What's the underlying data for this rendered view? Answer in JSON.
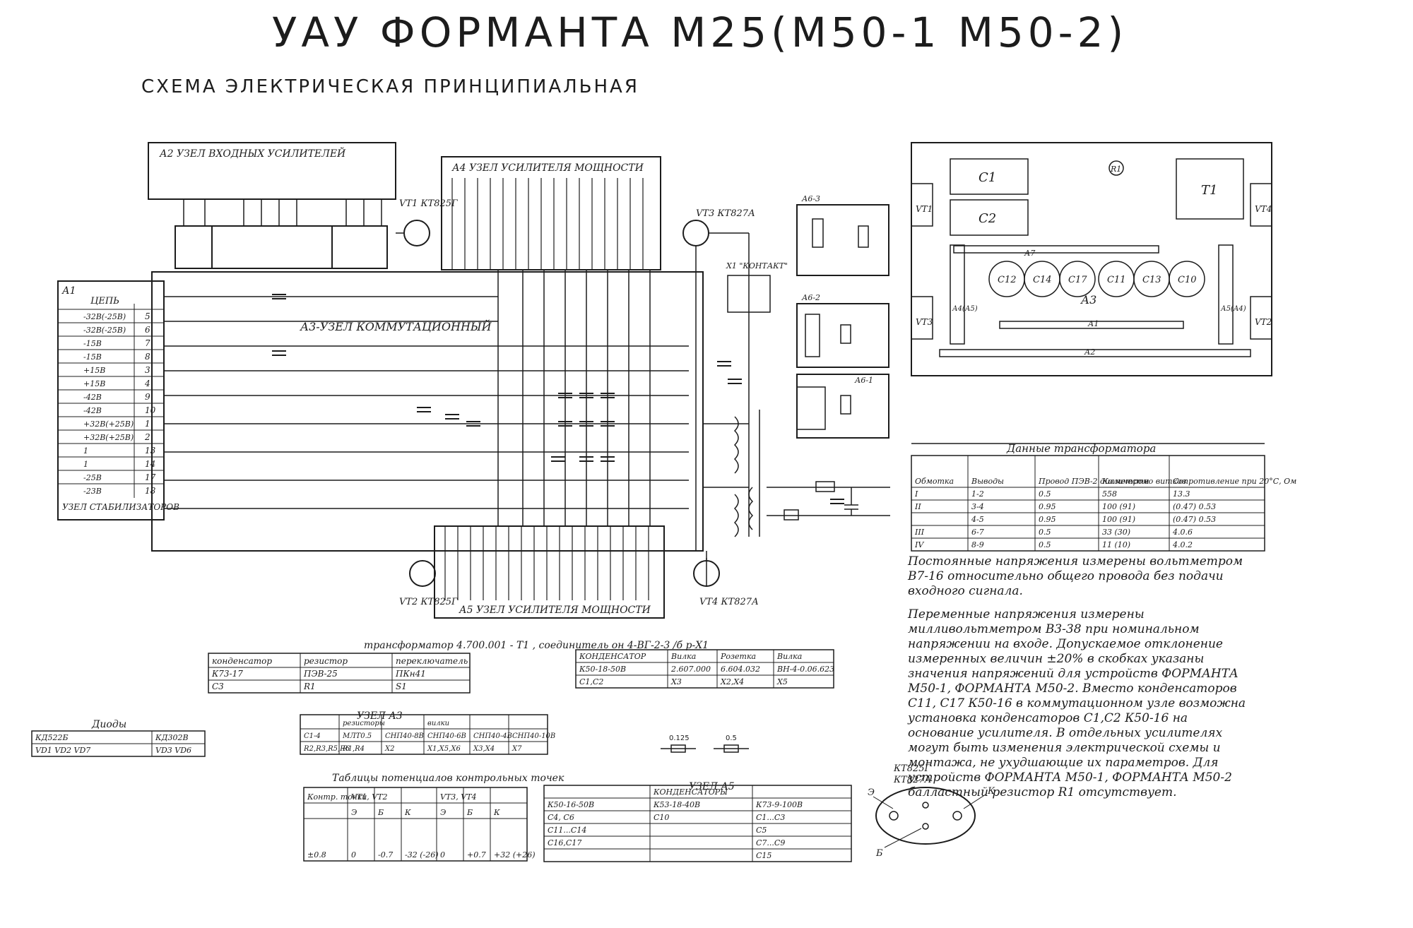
{
  "title": "УАУ  ФОРМАНТА  М25(М50-1 М50-2)",
  "subtitle": "СХЕМА   ЭЛЕКТРИЧЕСКАЯ   ПРИНЦИПИАЛЬНАЯ",
  "blocks": {
    "a1": "А1",
    "a1_circuit": "ЦЕПЬ",
    "a1_stab": "УЗЕЛ СТАБИЛИЗАТОРОВ",
    "a2": "А2 УЗЕЛ ВХОДНЫХ УСИЛИТЕЛЕЙ",
    "a3": "А3-УЗЕЛ КОММУТАЦИОННЫЙ",
    "a4": "А4 УЗЕЛ УСИЛИТЕЛЯ МОЩНОСТИ",
    "a5": "А5 УЗЕЛ УСИЛИТЕЛЯ МОЩНОСТИ",
    "a61": "А6-1",
    "a62": "А6-2",
    "a63": "А6-3",
    "x1_contact": "Х1 \"КОНТАКТ\""
  },
  "transistors": {
    "vt1": "VT1 КТ825Г",
    "vt2": "VT2 КТ825Г",
    "vt3": "VT3 КТ827А",
    "vt4": "VT4 КТ827А"
  },
  "a1_rows": [
    "-32В(-25В)",
    "-32В(-25В)",
    "-15В",
    "-15В",
    "+15В",
    "+15В",
    "-42В",
    "-42В",
    "+32В(+25В)",
    "+32В(+25В)",
    "1",
    "1",
    "-25В",
    "-23В"
  ],
  "a1_pins": [
    "5",
    "6",
    "7",
    "8",
    "3",
    "4",
    "9",
    "10",
    "1",
    "2",
    "13",
    "14",
    "17",
    "18"
  ],
  "layout_labels": [
    "С1",
    "С2",
    "R1",
    "Т1",
    "VT1",
    "VT3",
    "VT4",
    "VT2",
    "А7",
    "А3",
    "А1",
    "А2",
    "С12",
    "С14",
    "С17",
    "С11",
    "С13",
    "С10",
    "А4(А5)",
    "А5(А4)"
  ],
  "transformer_table": {
    "caption": "Данные трансформатора",
    "headers": [
      "Обмотка",
      "Выводы",
      "Провод ПЭВ-2 диаметром",
      "Количество витков",
      "Сопротивление при 20°С, Ом"
    ],
    "rows": [
      [
        "I",
        "1-2",
        "0.5",
        "558",
        "13.3"
      ],
      [
        "II",
        "3-4",
        "0.95",
        "100 (91)",
        "(0.47) 0.53"
      ],
      [
        "",
        "4-5",
        "0.95",
        "100 (91)",
        "(0.47) 0.53"
      ],
      [
        "III",
        "6-7",
        "0.5",
        "33 (30)",
        "4.0.6"
      ],
      [
        "IV",
        "8-9",
        "0.5",
        "11 (10)",
        "4.0.2"
      ]
    ]
  },
  "notes": [
    "Постоянные напряжения измерены вольтметром В7-16 относительно общего провода без подачи входного сигнала.",
    "Переменные напряжения измерены милливольтметром В3-38 при номинальном напряжении на входе. Допускаемое отклонение измеренных величин ±20% в скобках указаны значения напряжений для устройств ФОРМАНТА М50-1, ФОРМАНТА М50-2. Вместо конденсаторов С11, С17 К50-16 в коммутационном узле возможна установка конденсаторов С1,С2 К50-16 на основание усилителя. В отдельных усилителях могут быть изменения электрической схемы и монтажа, не ухудшающие их параметров. Для устройств ФОРМАНТА М50-1, ФОРМАНТА М50-2 балластный резистор R1 отсутствует."
  ],
  "transformer_note": "трансформатор 4.700.001 - Т1 , соединитель он 4-ВГ-2-3 /б р-Х1",
  "tables": {
    "parts1": {
      "headers": [
        "конденсатор",
        "резистор",
        "переключатель"
      ],
      "rows": [
        [
          "К73-17",
          "ПЭВ-25",
          "ПКн41"
        ],
        [
          "С3",
          "R1",
          "S1"
        ]
      ]
    },
    "parts2": {
      "headers": [
        "КОНДЕНСАТОР",
        "Вилка",
        "Розетка",
        "Вилка"
      ],
      "rows": [
        [
          "К50-18-50В",
          "2.607.000",
          "6.604.032",
          "ВН-4-0.06.623"
        ],
        [
          "С1,С2",
          "Х3",
          "Х2,Х4",
          "Х5"
        ]
      ]
    },
    "a3_caption": "УЗЕЛ А3",
    "a3_parts": {
      "headers": [
        "резисторы",
        "вилки"
      ],
      "subheaders": [
        "С1-4",
        "МЛТ0.5",
        "СНП40-8В",
        "СНП40-6В",
        "СНП40-4В",
        "СНП40-10В"
      ],
      "rows": [
        [
          "R2,R3,R5,R6",
          "R1,R4",
          "Х2",
          "Х1,Х5,Х6",
          "Х3,Х4",
          "Х7"
        ]
      ]
    },
    "diodes": {
      "caption": "Диоды",
      "rows": [
        [
          "КД522Б",
          "КД302В"
        ],
        [
          "VD1 VD2 VD7",
          "VD3 VD6"
        ]
      ]
    },
    "potentials": {
      "caption": "Таблицы потенциалов контрольных точек",
      "headers": [
        "Контр. точки",
        "VT1, VT2",
        "VT3, VT4"
      ],
      "sub": [
        "",
        "Э",
        "Б",
        "К",
        "Э",
        "Б",
        "К"
      ],
      "row": [
        "±0.8",
        "0",
        "-0.7",
        "-32 (-26)",
        "0",
        "+0.7",
        "+32 (+26)"
      ]
    },
    "a5_caption": "УЗЕЛ А5",
    "caps": {
      "caption": "КОНДЕНСАТОРЫ",
      "headers": [
        "К50-16-50В",
        "К53-18-40В",
        "К73-9-100В"
      ],
      "rows": [
        [
          "С4, С6",
          "С10",
          "С1...С3"
        ],
        [
          "С11...С14",
          "",
          "С5"
        ],
        [
          "С16,С17",
          "",
          "С7...С9"
        ],
        [
          "",
          "",
          "С15"
        ]
      ]
    },
    "resistor_sym": [
      "0.125",
      "0.5"
    ],
    "pinout_caption": [
      "КТ825Г",
      "КТ827А"
    ],
    "pinout_pins": [
      "Э",
      "К",
      "Б"
    ]
  }
}
